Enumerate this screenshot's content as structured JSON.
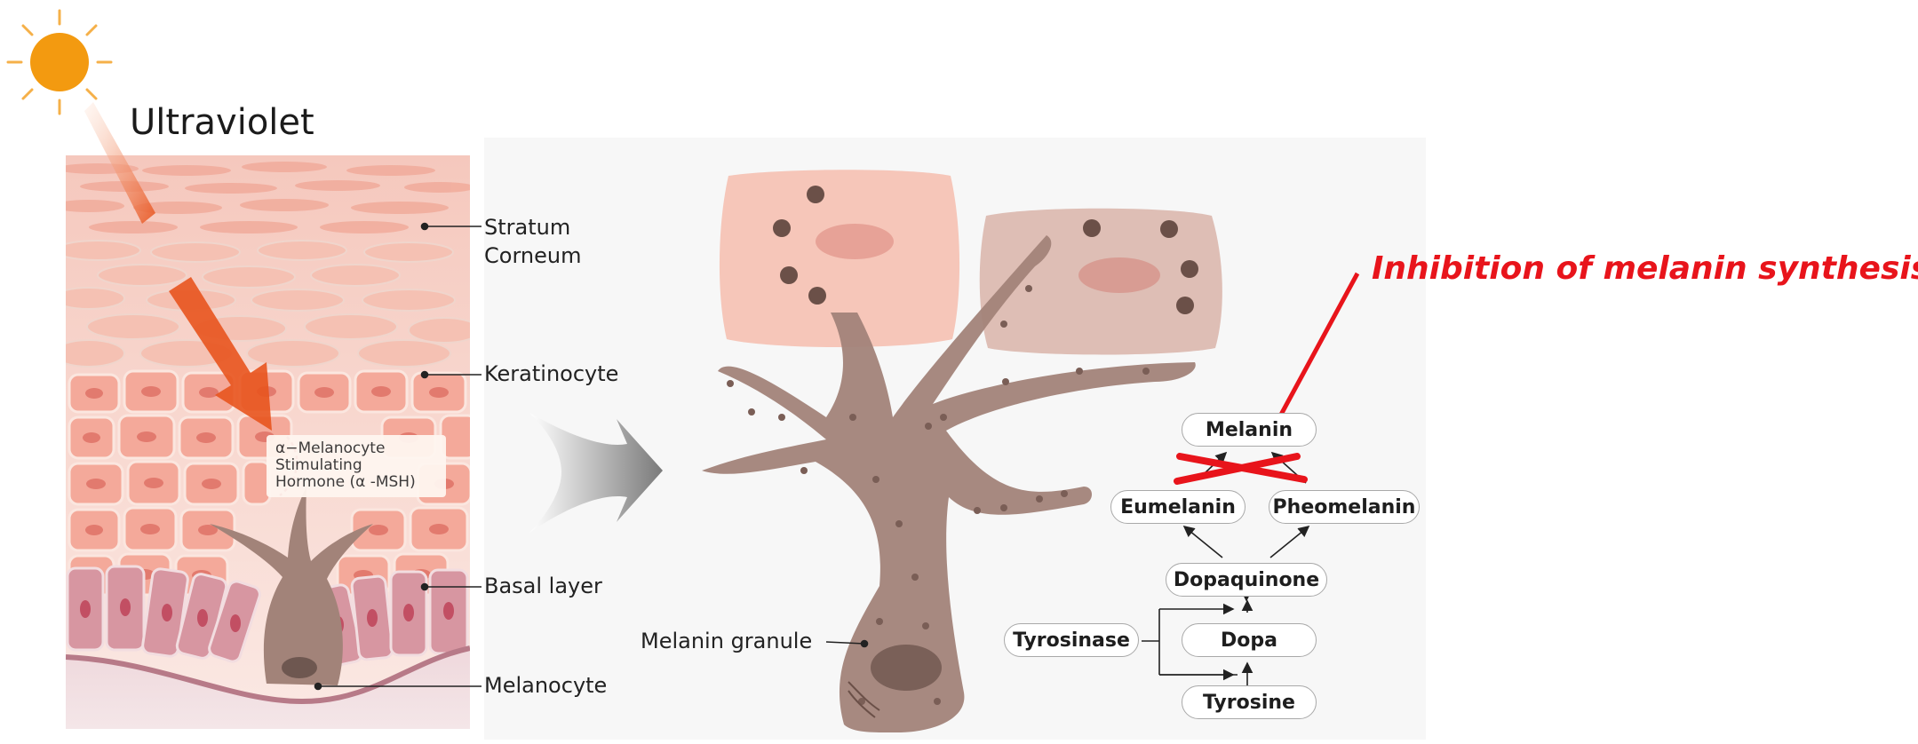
{
  "labels": {
    "ultraviolet": "Ultraviolet",
    "stratum_corneum": "Stratum\nCorneum",
    "keratinocyte": "Keratinocyte",
    "basal_layer": "Basal layer",
    "melanocyte": "Melanocyte",
    "msh": "α−Melanocyte\nStimulating\nHormone (α -MSH)",
    "melanin_granule": "Melanin granule"
  },
  "pathway": {
    "melanin": "Melanin",
    "eumelanin": "Eumelanin",
    "pheomelanin": "Pheomelanin",
    "dopaquinone": "Dopaquinone",
    "dopa": "Dopa",
    "tyrosinase": "Tyrosinase",
    "tyrosine": "Tyrosine"
  },
  "annotation": {
    "inhibition": "Inhibition of melanin synthesis"
  },
  "colors": {
    "uv_arrow": "#e8541e",
    "sun": "#f39a10",
    "inhibition_red": "#e8141b",
    "skin_cell": "#f4a99a",
    "melanocyte_body": "#a28379"
  }
}
